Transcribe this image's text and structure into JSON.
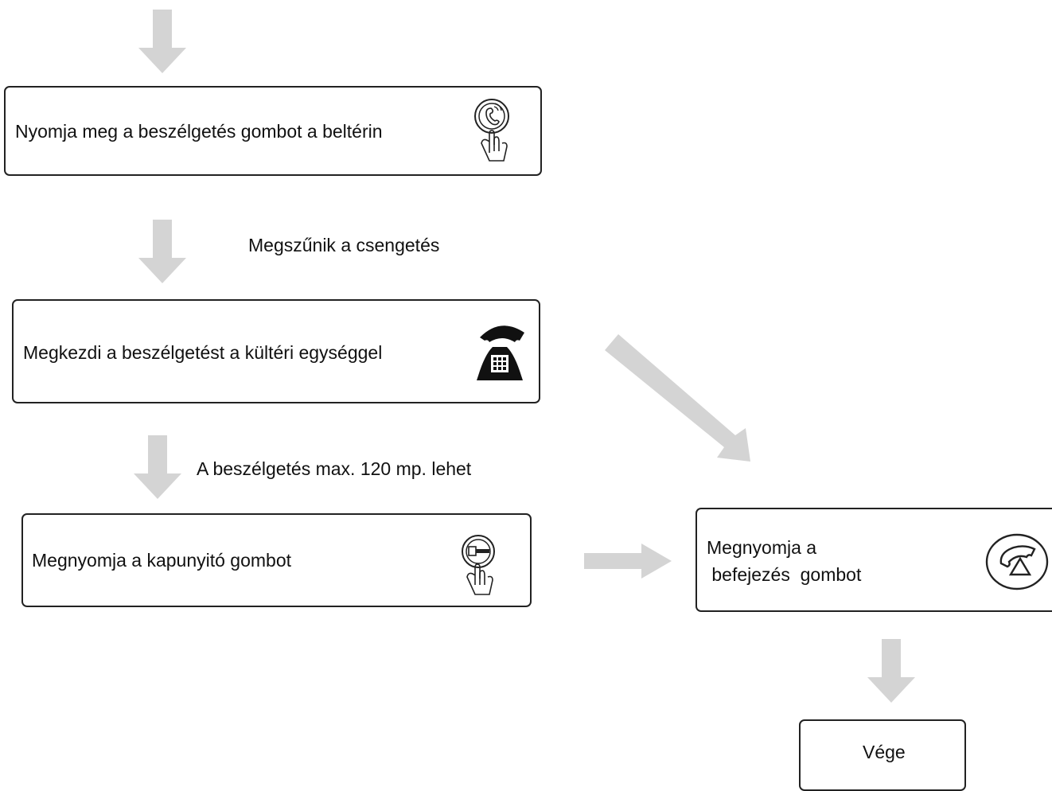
{
  "steps": {
    "talk_button": {
      "text": "Nyomja meg a beszélgetés gombot a beltérin",
      "icon": "press-talk-button-icon"
    },
    "conversation": {
      "text": "Megkezdi a beszélgetést  a kültéri egységgel",
      "icon": "telephone-icon"
    },
    "unlock": {
      "text": "Megnyomja  a kapunyitó gombot",
      "icon": "press-unlock-button-icon"
    },
    "end_button": {
      "line1": "Megnyomja a",
      "line2": " befejezés  gombot",
      "icon": "hang-up-icon"
    },
    "end": {
      "text": "Vége"
    }
  },
  "notes": {
    "ringing_stops": "Megszűnik a csengetés",
    "max_duration": "A beszélgetés max. 120 mp. lehet"
  },
  "colors": {
    "arrow": "#d4d4d4",
    "border": "#222222"
  }
}
